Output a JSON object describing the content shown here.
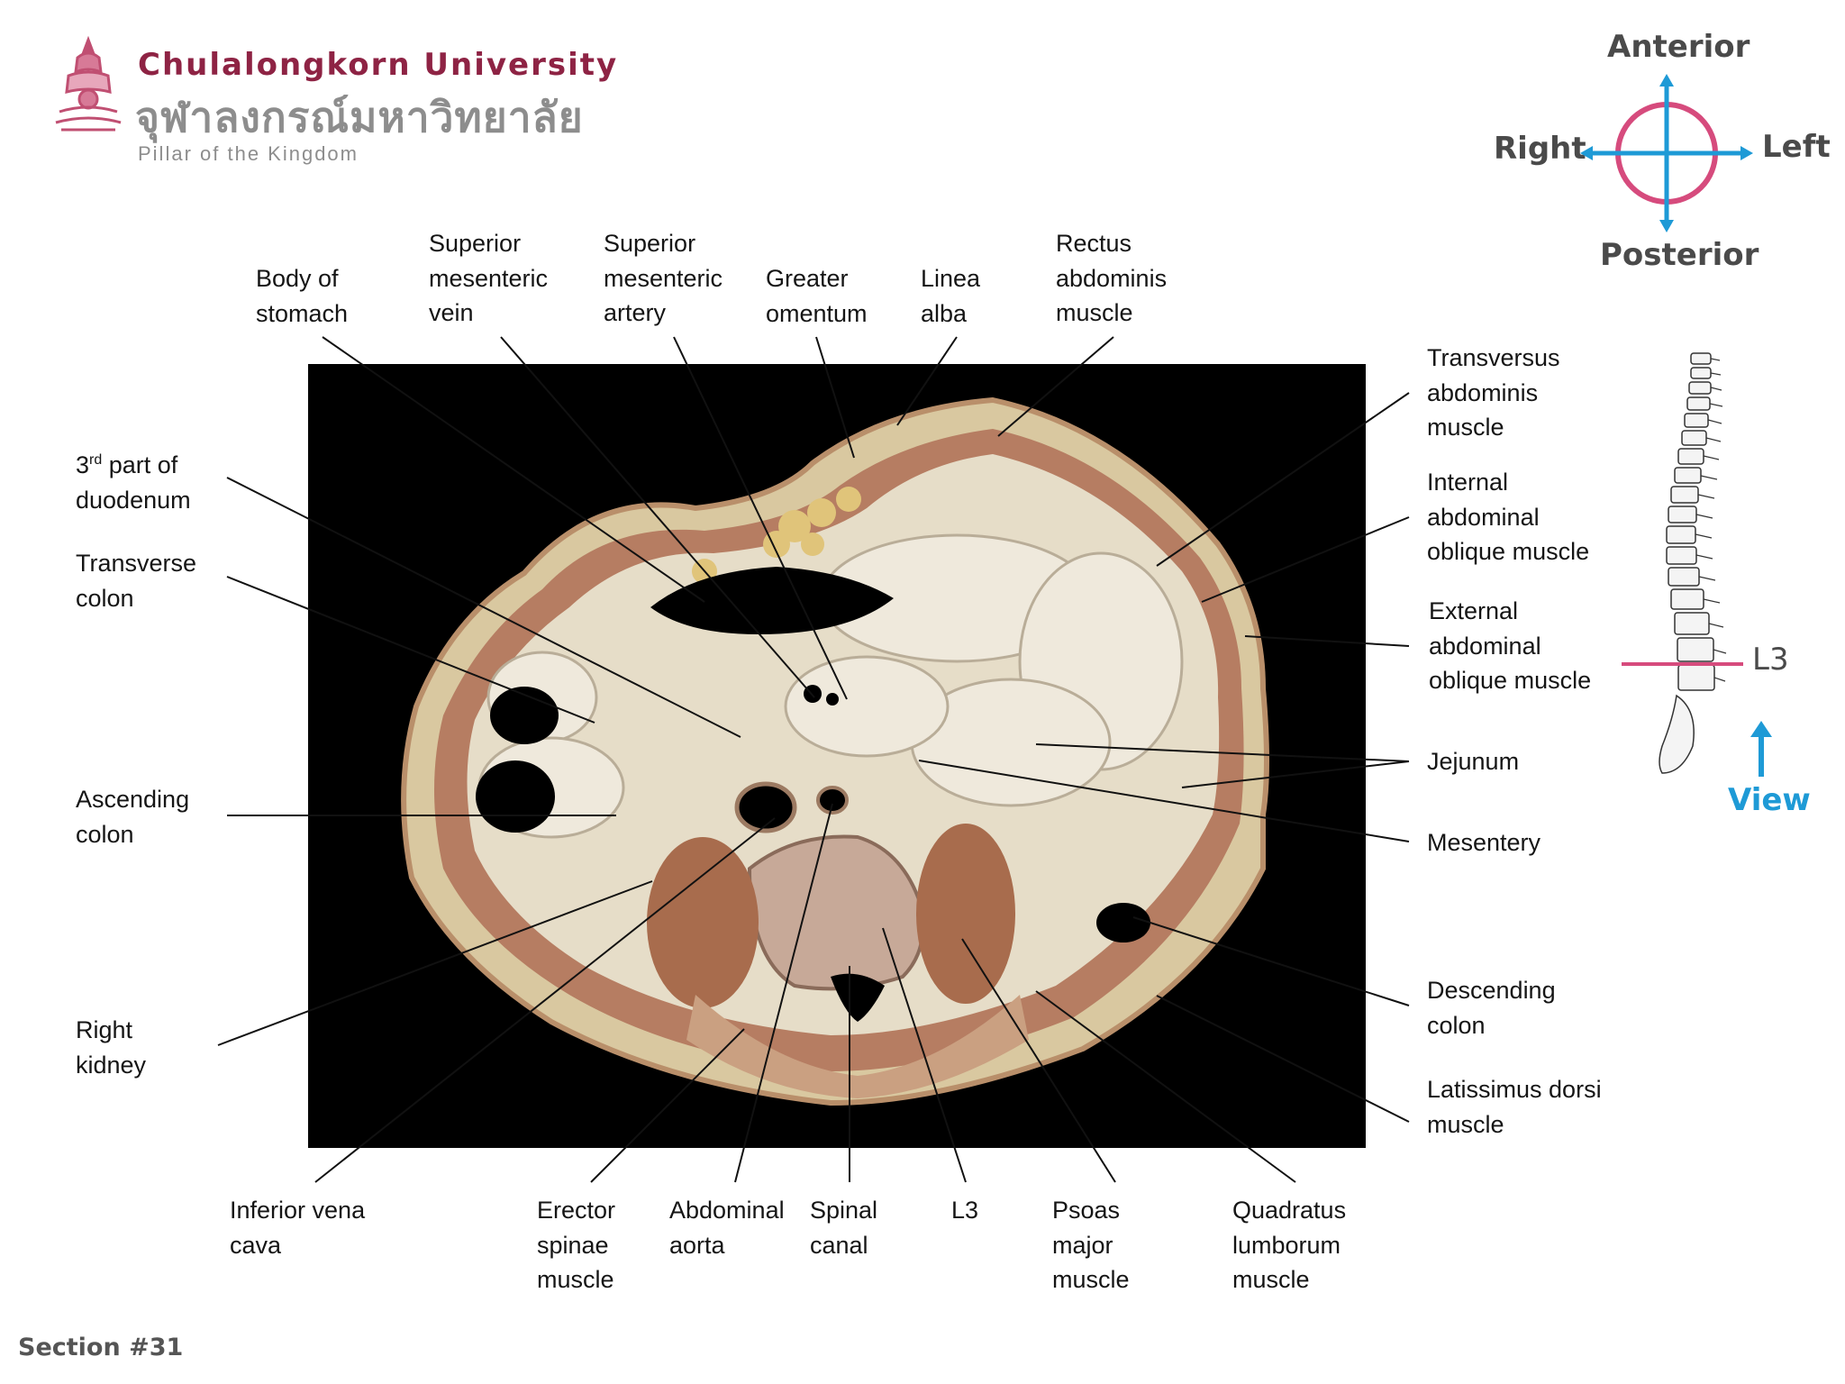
{
  "header": {
    "university_en": "Chulalongkorn University",
    "university_th": "จุฬาลงกรณ์มหาวิทยาลัย",
    "tagline": "Pillar of the Kingdom"
  },
  "orientation": {
    "anterior": "Anterior",
    "posterior": "Posterior",
    "right": "Right",
    "left": "Left"
  },
  "spine_panel": {
    "level": "L3",
    "view_label": "View"
  },
  "labels": {
    "body_of_stomach": "Body of\nstomach",
    "superior_mesenteric_vein": "Superior\nmesenteric\nvein",
    "superior_mesenteric_artery": "Superior\nmesenteric\nartery",
    "greater_omentum": "Greater\nomentum",
    "linea_alba": "Linea\nalba",
    "rectus_abdominis": "Rectus\nabdominis\nmuscle",
    "duodenum_num": "3",
    "duodenum_sup": "rd",
    "duodenum_rest": " part of\nduodenum",
    "transverse_colon": "Transverse\ncolon",
    "ascending_colon": "Ascending\ncolon",
    "right_kidney": "Right\nkidney",
    "transversus_abdominis": "Transversus\nabdominis\nmuscle",
    "internal_oblique": "Internal\nabdominal\noblique muscle",
    "external_oblique": "External\nabdominal\noblique muscle",
    "jejunum": "Jejunum",
    "mesentery": "Mesentery",
    "descending_colon": "Descending\ncolon",
    "latissimus_dorsi": "Latissimus dorsi\nmuscle",
    "inferior_vena_cava": "Inferior vena\ncava",
    "erector_spinae": "Erector\nspinae\nmuscle",
    "abdominal_aorta": "Abdominal\naorta",
    "spinal_canal": "Spinal\ncanal",
    "l3": "L3",
    "psoas_major": "Psoas\nmajor\nmuscle",
    "quadratus_lumborum": "Quadratus\nlumborum\nmuscle"
  },
  "footer": {
    "section": "Section #31"
  },
  "colors": {
    "brand": "#8e2344",
    "accent_pink": "#d64b7d",
    "accent_blue": "#1e9ad6",
    "photo_background": "#000000"
  }
}
